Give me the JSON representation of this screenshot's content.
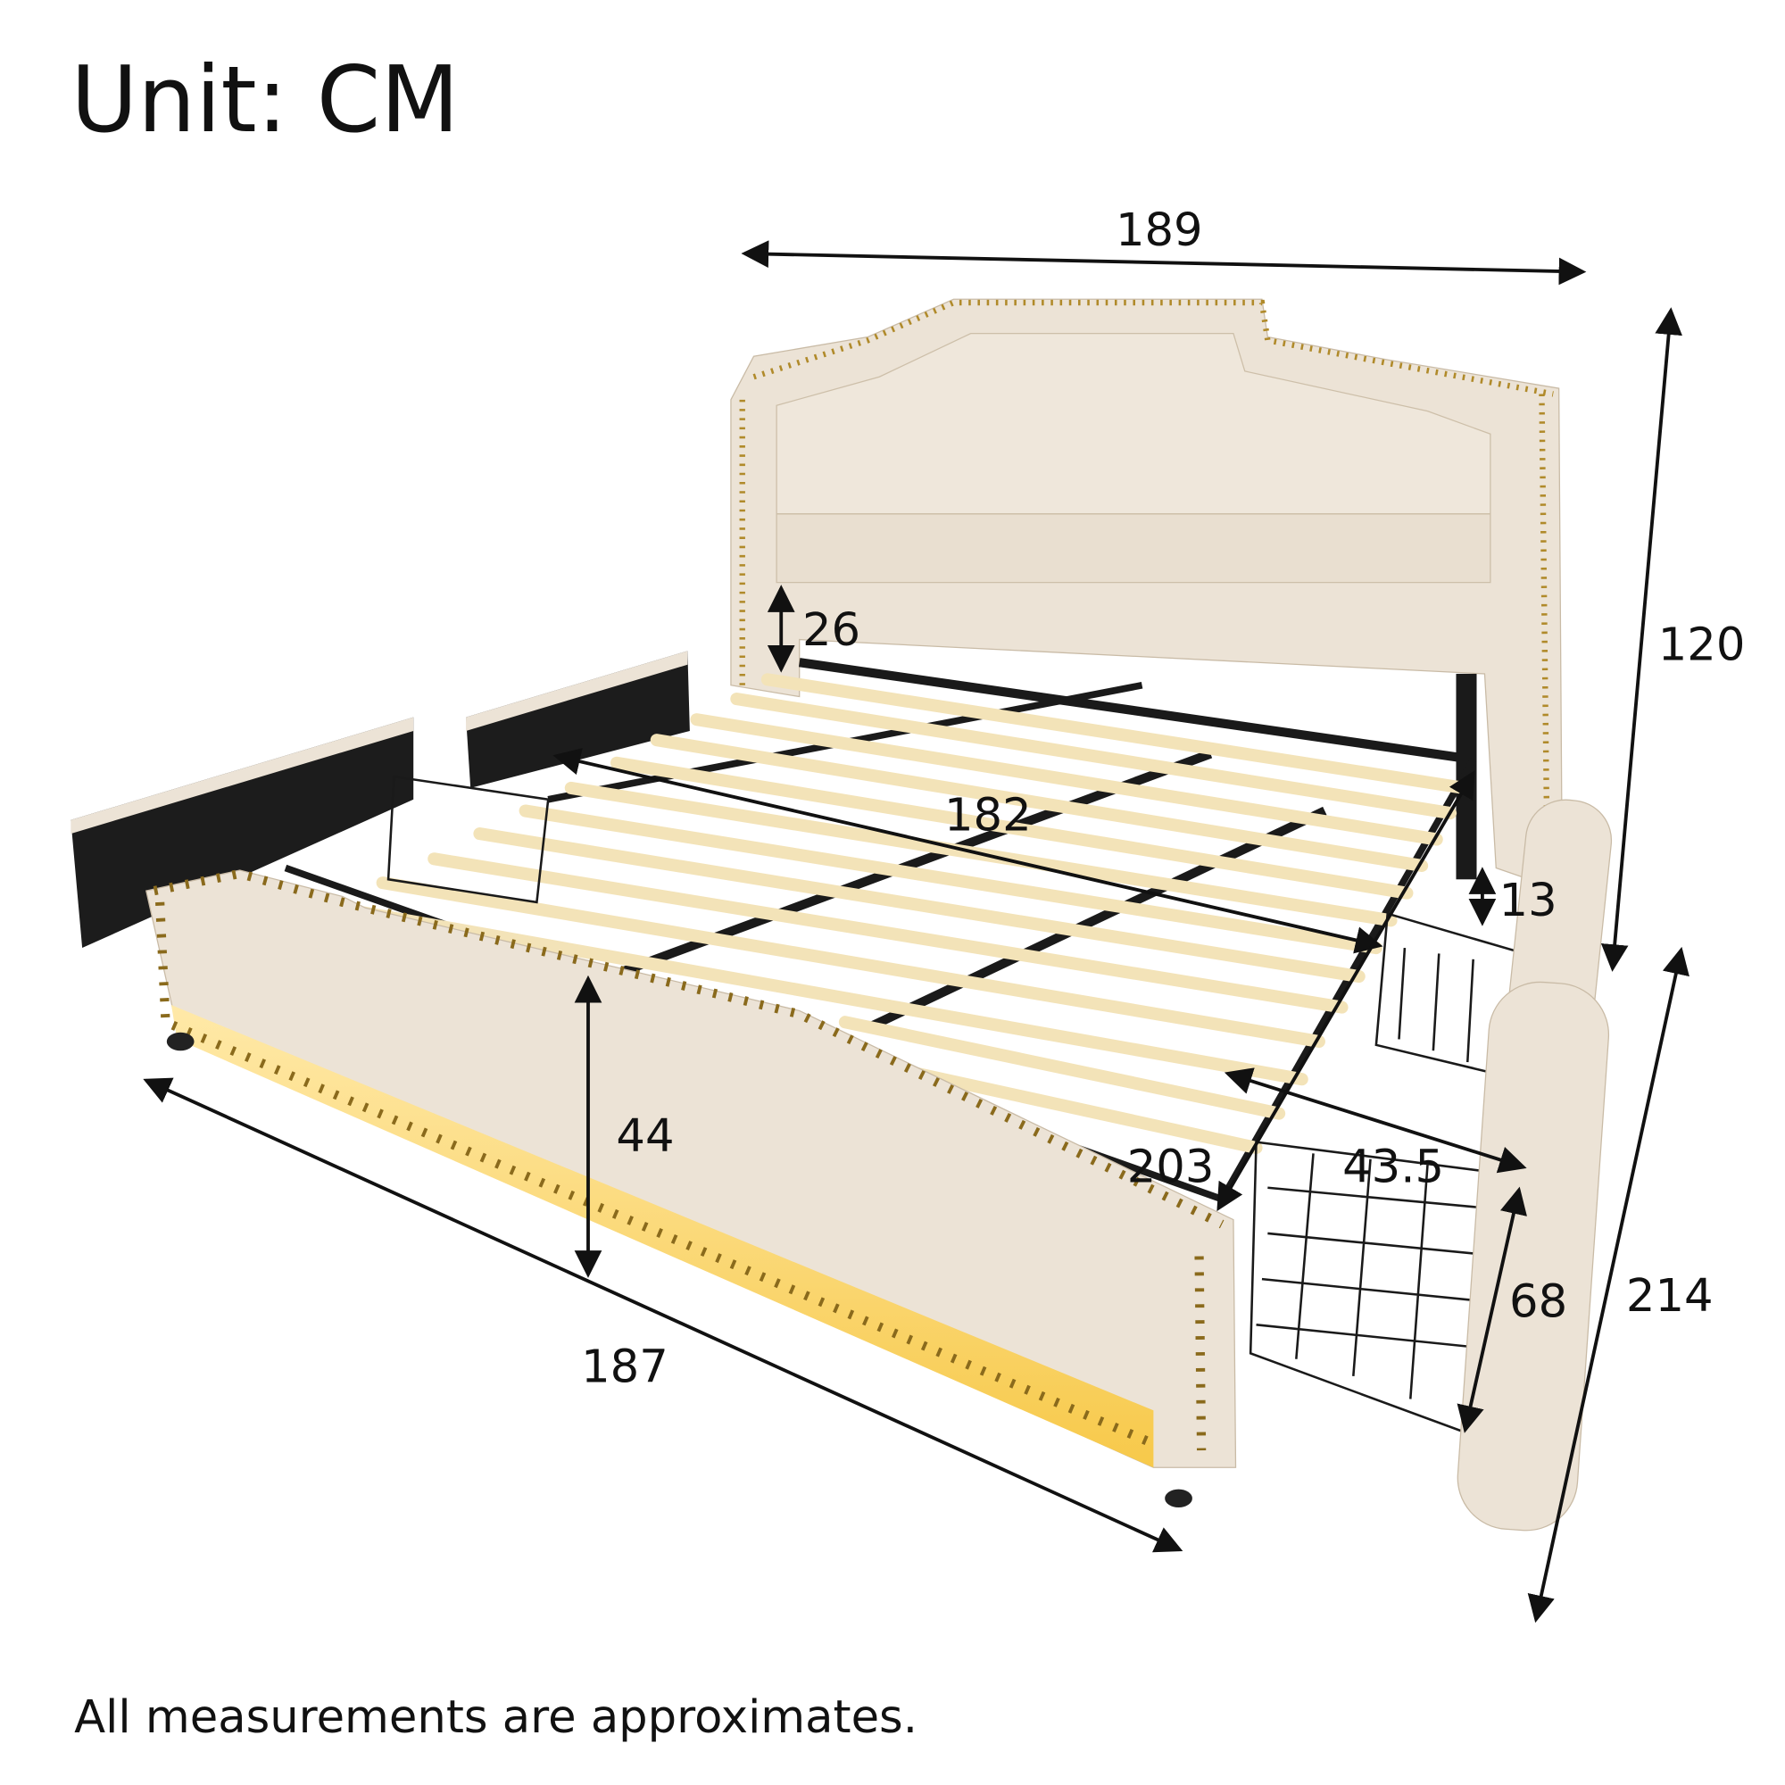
{
  "title": "Unit: CM",
  "footer": "All measurements are approximates.",
  "dimensions": {
    "headboard_width": "189",
    "total_height": "120",
    "total_length": "214",
    "footboard_width": "187",
    "footboard_height": "44",
    "under_bed_clearance": "26",
    "inner_width": "182",
    "inner_length": "203",
    "drawer_depth": "43.5",
    "drawer_clearance": "13",
    "drawer_length": "68"
  },
  "colors": {
    "upholstery": "#ece3d6",
    "nailhead": "#b08a2a",
    "slat": "#f3e3b8",
    "frame": "#1a1a1a",
    "led": "#ffd66b"
  }
}
